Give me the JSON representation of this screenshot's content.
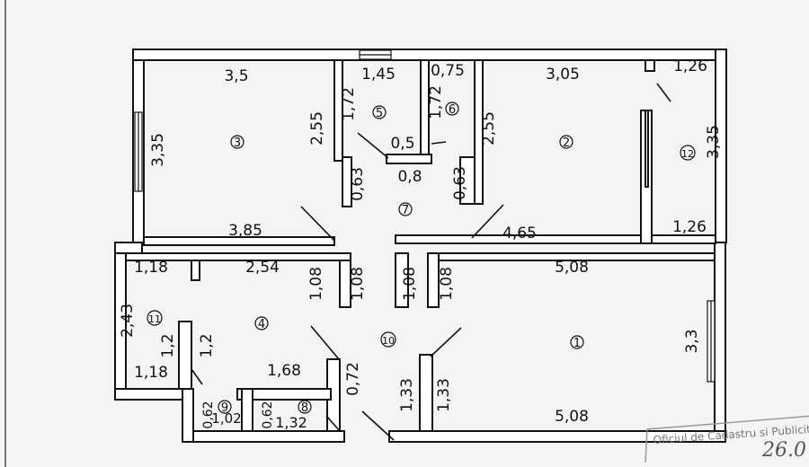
{
  "rooms": [
    "3",
    "5",
    "6",
    "2",
    "12",
    "7",
    "4",
    "11",
    "10",
    "1",
    "9",
    "8"
  ],
  "dims": {
    "r3_top": "3,5",
    "r3_left": "3,35",
    "r3_inner_right": "2,55",
    "r3_bottom": "3,85",
    "r5_top": "1,45",
    "r5_side": "1,72",
    "r5_step": "0,5",
    "r5_bottom": "0,8",
    "r6_top": "0,75",
    "r6_side": "1,72",
    "r7_left_stub": "0,63",
    "r7_right_stub": "0,63",
    "r2_left": "2,55",
    "r2_top": "3,05",
    "r2_bottom": "4,65",
    "r12_top": "1,26",
    "r12_right": "3,35",
    "r12_bottom": "1,26",
    "r11_top": "1,18",
    "r11_left": "2,43",
    "r11_bottom": "1,18",
    "r4_top": "2,54",
    "r4_door_a": "1,08",
    "r4_door_b": "1,08",
    "r4_inner_a": "1,2",
    "r4_inner_b": "1,2",
    "r4_bottom": "1,68",
    "r4_stub": "0,72",
    "r10_door_a": "1,08",
    "r10_door_b": "1,08",
    "r10_low_a": "1,33",
    "r10_low_b": "1,33",
    "r1_top": "5,08",
    "r1_right": "3,3",
    "r1_bottom": "5,08",
    "r9_a": "0,62",
    "r9_b": "1,02",
    "r8_a": "0,62",
    "r8_b": "1,32"
  },
  "stamp": {
    "text": "Oficiul de Cadastru si Publicitate",
    "date": "26.0"
  }
}
